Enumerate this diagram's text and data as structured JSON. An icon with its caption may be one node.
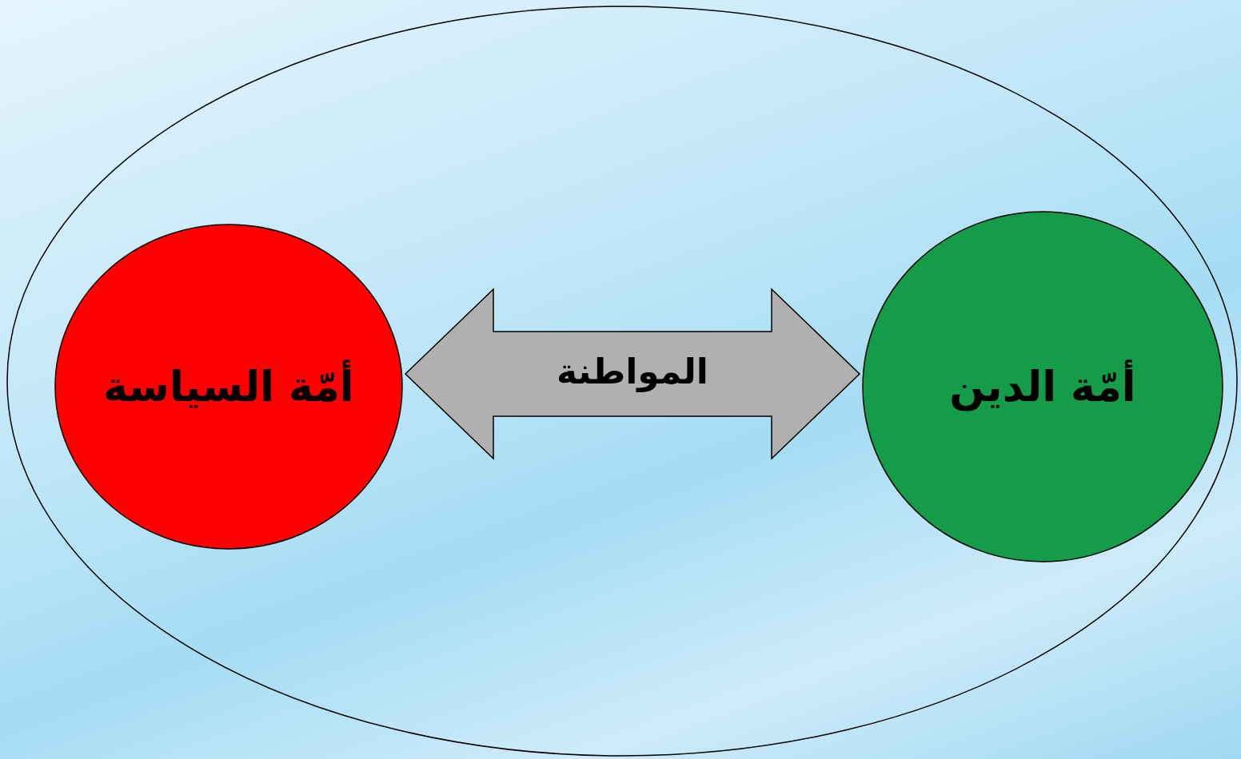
{
  "diagram": {
    "nodes": [
      {
        "text": [],
        "shape": "ellipse"
      },
      {
        "text": [
          "أمّة الدين"
        ],
        "in": 0
      },
      {
        "text": [
          "أمّة السياسة"
        ],
        "in": 0
      }
    ],
    "edges": [
      {
        "from": 1,
        "to": 2,
        "arrow": "both",
        "label": "المواطنة"
      }
    ]
  }
}
